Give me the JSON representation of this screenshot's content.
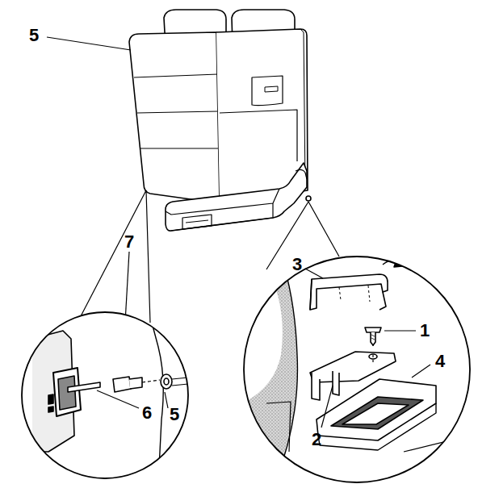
{
  "diagram": {
    "labels": [
      "5",
      "7",
      "3",
      "1",
      "4",
      "2",
      "6",
      "5"
    ]
  }
}
